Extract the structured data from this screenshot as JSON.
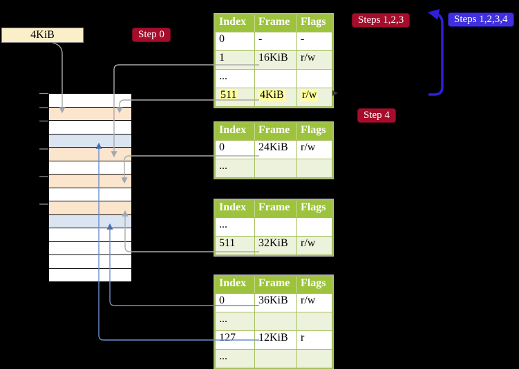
{
  "frame_size_label": "4KiB",
  "labels": {
    "step0": "Step 0",
    "steps123": "Steps 1,2,3",
    "steps1234": "Steps 1,2,3,4",
    "step4": "Step 4"
  },
  "colors": {
    "crimson": "#A60D2B",
    "accent-blue": "#4130DF",
    "arrow-blue": "#2F1FD9",
    "header-green": "#9DC33D",
    "row-green": "#ECF2DC",
    "border-green": "#A6BF5E",
    "hl-yellow": "#FFFF9C",
    "orange": "#FCE5CD",
    "lightblue": "#DBE5F1",
    "beige": "#FBEFC9",
    "gray-line": "#ABABAB",
    "steel-line": "#6D8FCC"
  },
  "tables": [
    {
      "name": "page-table-top",
      "headers": [
        "Index",
        "Frame",
        "Flags"
      ],
      "rows": [
        {
          "cells": [
            "0",
            "-",
            "-"
          ],
          "shade": "white",
          "highlight": false
        },
        {
          "cells": [
            "1",
            "16KiB",
            "r/w"
          ],
          "shade": "green",
          "highlight": false
        },
        {
          "cells": [
            "...",
            "",
            ""
          ],
          "shade": "white",
          "highlight": false
        },
        {
          "cells": [
            "511",
            "4KiB",
            "r/w"
          ],
          "shade": "green",
          "highlight": true
        }
      ]
    },
    {
      "name": "page-table-second",
      "headers": [
        "Index",
        "Frame",
        "Flags"
      ],
      "rows": [
        {
          "cells": [
            "0",
            "24KiB",
            "r/w"
          ],
          "shade": "white",
          "highlight": false
        },
        {
          "cells": [
            "...",
            "",
            ""
          ],
          "shade": "green",
          "highlight": false
        }
      ]
    },
    {
      "name": "page-table-third",
      "headers": [
        "Index",
        "Frame",
        "Flags"
      ],
      "rows": [
        {
          "cells": [
            "...",
            "",
            ""
          ],
          "shade": "white",
          "highlight": false
        },
        {
          "cells": [
            "511",
            "32KiB",
            "r/w"
          ],
          "shade": "green",
          "highlight": false
        }
      ]
    },
    {
      "name": "page-table-bottom",
      "headers": [
        "Index",
        "Frame",
        "Flags"
      ],
      "rows": [
        {
          "cells": [
            "0",
            "36KiB",
            "r/w"
          ],
          "shade": "white",
          "highlight": false
        },
        {
          "cells": [
            "...",
            "",
            ""
          ],
          "shade": "green",
          "highlight": false
        },
        {
          "cells": [
            "127",
            "12KiB",
            "r"
          ],
          "shade": "white",
          "highlight": false
        },
        {
          "cells": [
            "...",
            "",
            ""
          ],
          "shade": "green",
          "highlight": false
        }
      ]
    }
  ],
  "memory": {
    "rows": [
      "white",
      "orange",
      "white",
      "blue",
      "orange",
      "white",
      "orange",
      "white",
      "orange",
      "blue",
      "white",
      "white",
      "white",
      "white"
    ]
  }
}
